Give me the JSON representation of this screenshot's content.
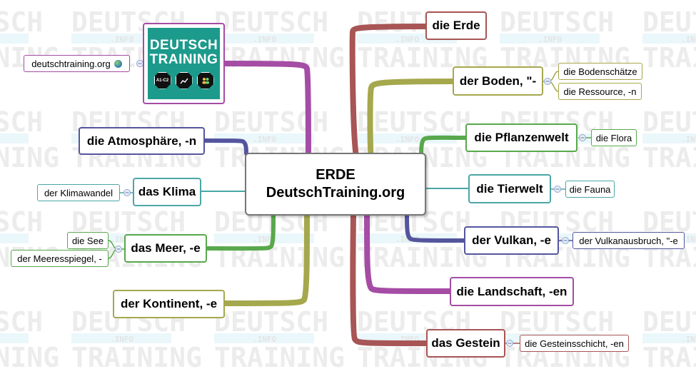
{
  "watermark": {
    "line1": "DEUTSCH",
    "line2": ".INFO",
    "line3": "TRAINING"
  },
  "center": {
    "line1": "ERDE",
    "line2": "DeutschTraining.org"
  },
  "logo": {
    "line1": "DEUTSCH",
    "line2": "TRAINING",
    "badge": "A1-C2",
    "icons": [
      "level-badge-icon",
      "chart-icon",
      "people-icon"
    ]
  },
  "link": {
    "label": "deutschtraining.org",
    "icon": "globe-icon"
  },
  "left": {
    "atmosphaere": "die Atmosphäre, -n",
    "klima": "das Klima",
    "klima_sub": "der Klimawandel",
    "meer": "das Meer, -e",
    "meer_sub1": "die See",
    "meer_sub2": "der Meeresspiegel, -",
    "kontinent": "der Kontinent, -e"
  },
  "right": {
    "erde": "die Erde",
    "boden": "der Boden, \"-",
    "boden_sub1": "die Bodenschätze",
    "boden_sub2": "die Ressource, -n",
    "pflanzenwelt": "die Pflanzenwelt",
    "pflanzenwelt_sub": "die Flora",
    "tierwelt": "die Tierwelt",
    "tierwelt_sub": "die Fauna",
    "vulkan": "der Vulkan, -e",
    "vulkan_sub": "der Vulkanausbruch, \"-e",
    "landschaft": "die Landschaft, -en",
    "gestein": "das Gestein",
    "gestein_sub": "die Gesteinsschicht, -en"
  },
  "colors": {
    "brown": "#a85555",
    "olive": "#a5a84c",
    "green": "#58a84c",
    "teal": "#4aa7a6",
    "navy": "#55559e",
    "purple": "#a54ca5",
    "logo_bg": "#1c9a8c"
  }
}
